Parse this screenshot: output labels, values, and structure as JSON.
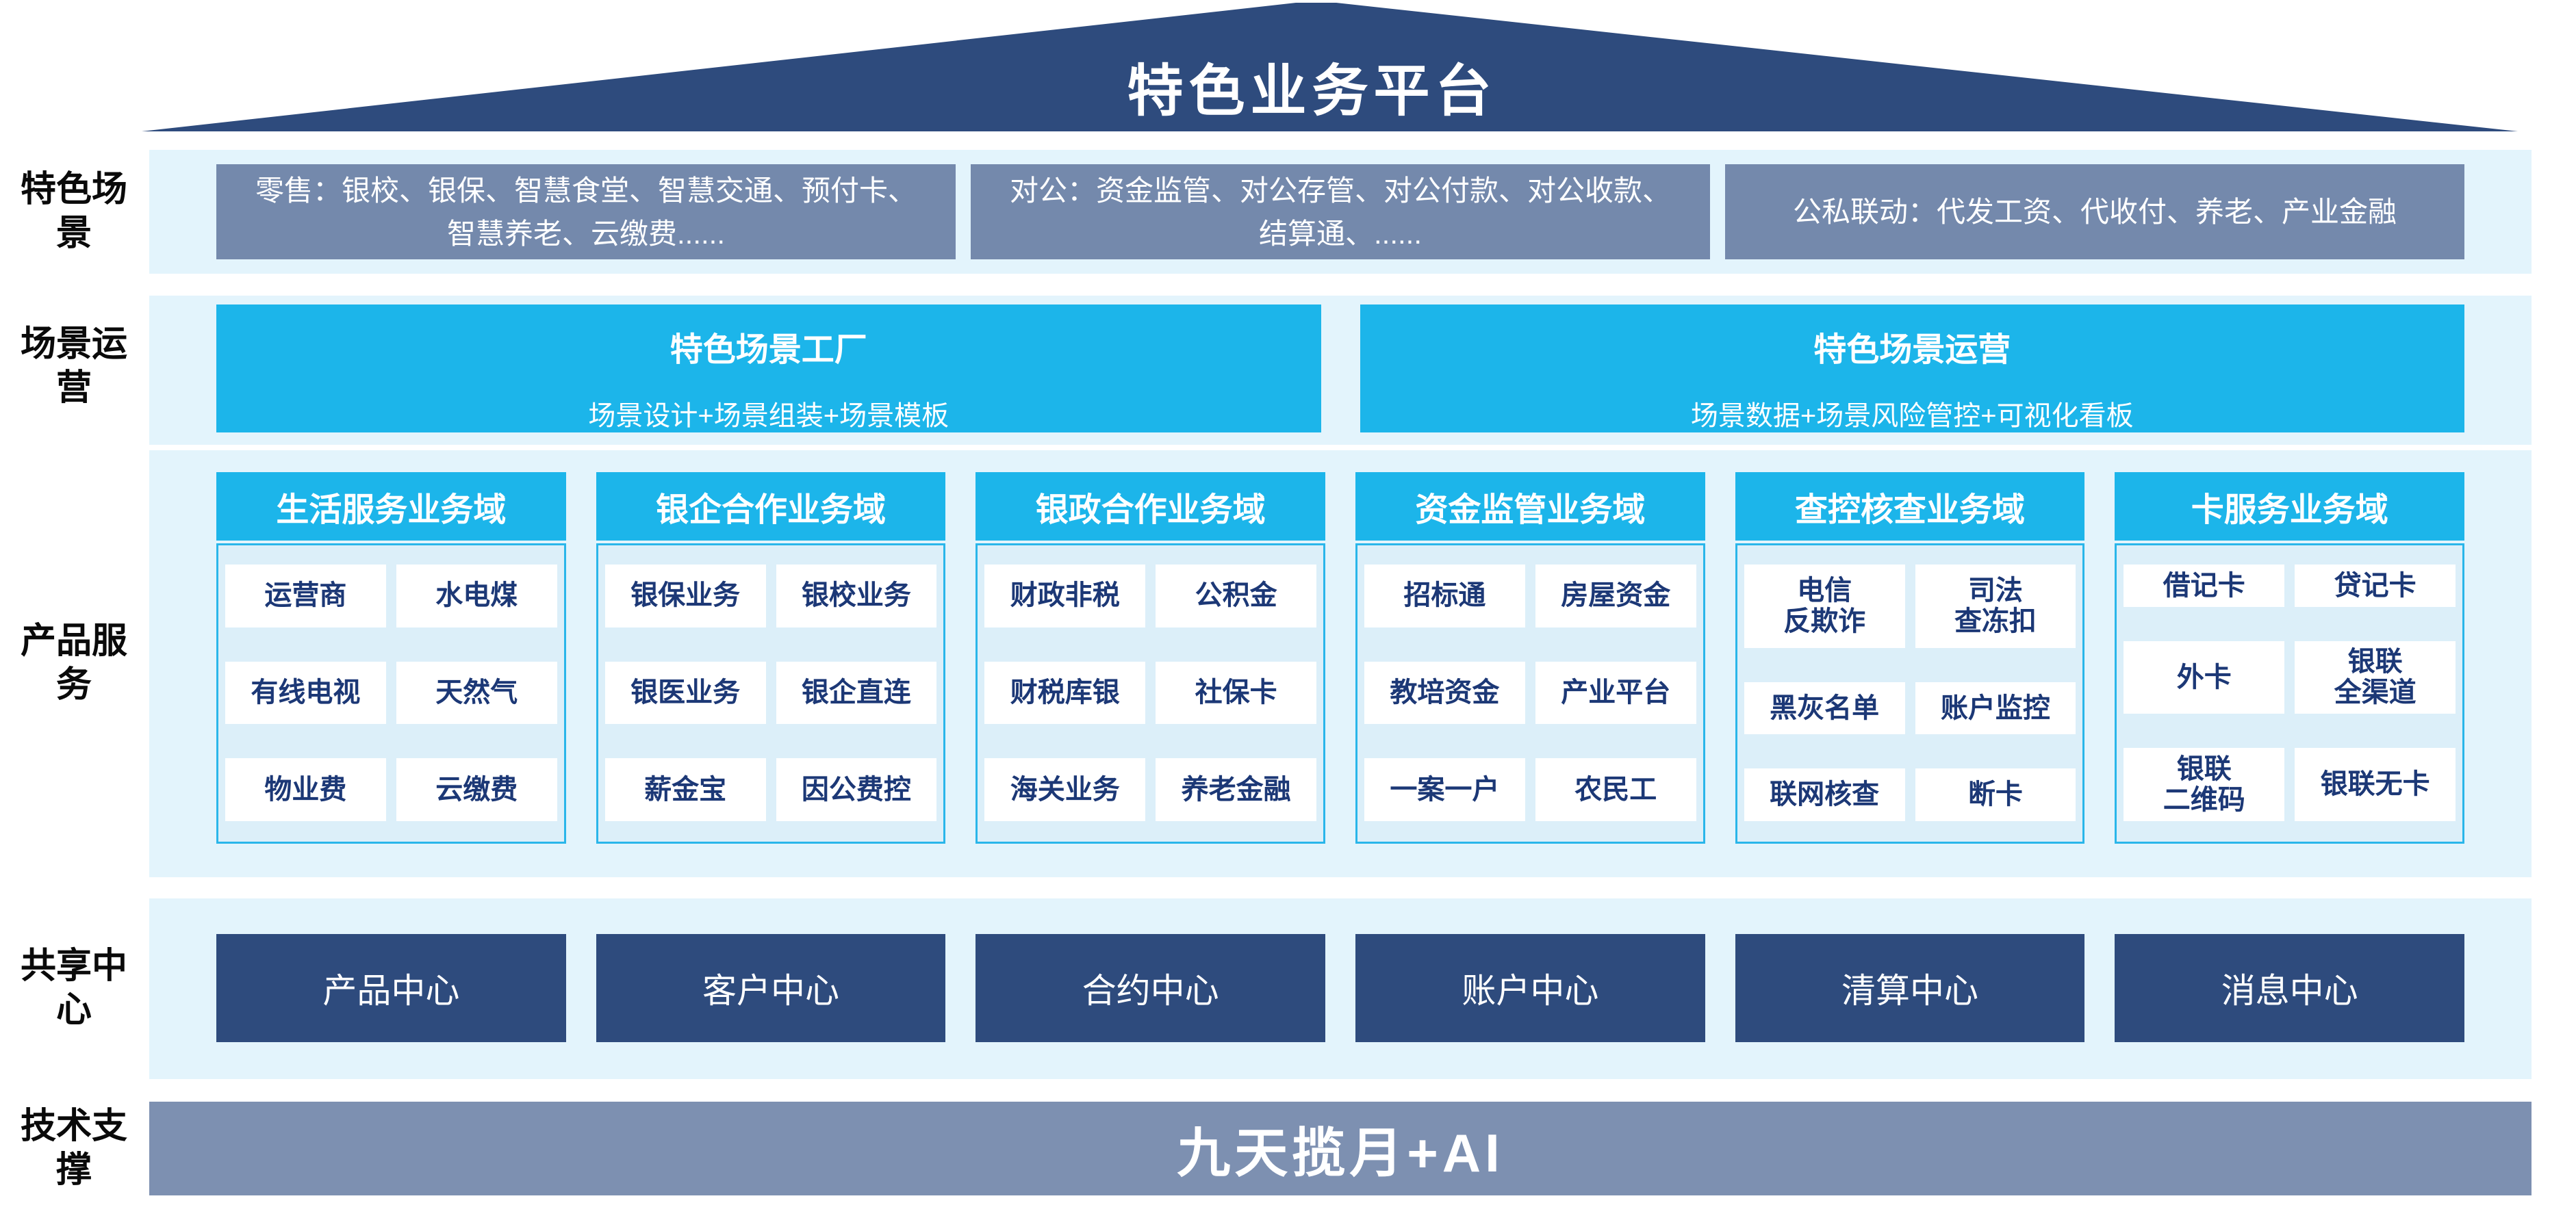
{
  "platform": {
    "title": "特色业务平台"
  },
  "colors": {
    "roof_navy": "#2e4b7d",
    "scene_slate": "#7489ac",
    "cyan_accent": "#1cb5ea",
    "band_bg": "#e3f4fc",
    "column_body_bg": "#dceff9",
    "cell_text_navy": "#1c3876",
    "tech_bar_slate": "#7d90b1"
  },
  "row_labels": [
    "特色场景",
    "场景运营",
    "产品服务",
    "共享中心",
    "技术支撑"
  ],
  "scene_row": {
    "boxes": [
      "零售：银校、银保、智慧食堂、智慧交通、预付卡、智慧养老、云缴费......",
      "对公：资金监管、对公存管、对公付款、对公收款、结算通、......",
      "公私联动：代发工资、代收付、养老、产业金融"
    ]
  },
  "operation_row": {
    "boxes": [
      {
        "title": "特色场景工厂",
        "subtitle": "场景设计+场景组装+场景模板"
      },
      {
        "title": "特色场景运营",
        "subtitle": "场景数据+场景风险管控+可视化看板"
      }
    ]
  },
  "product_row": {
    "columns": [
      {
        "header": "生活服务业务域",
        "items": [
          "运营商",
          "水电煤",
          "有线电视",
          "天然气",
          "物业费",
          "云缴费"
        ]
      },
      {
        "header": "银企合作业务域",
        "items": [
          "银保业务",
          "银校业务",
          "银医业务",
          "银企直连",
          "薪金宝",
          "因公费控"
        ]
      },
      {
        "header": "银政合作业务域",
        "items": [
          "财政非税",
          "公积金",
          "财税库银",
          "社保卡",
          "海关业务",
          "养老金融"
        ]
      },
      {
        "header": "资金监管业务域",
        "items": [
          "招标通",
          "房屋资金",
          "教培资金",
          "产业平台",
          "一案一户",
          "农民工"
        ]
      },
      {
        "header": "查控核查业务域",
        "items": [
          "电信\n反欺诈",
          "司法\n查冻扣",
          "黑灰名单",
          "账户监控",
          "联网核查",
          "断卡"
        ]
      },
      {
        "header": "卡服务业务域",
        "items": [
          "借记卡",
          "贷记卡",
          "外卡",
          "银联\n全渠道",
          "银联\n二维码",
          "银联无卡"
        ]
      }
    ]
  },
  "center_row": {
    "items": [
      "产品中心",
      "客户中心",
      "合约中心",
      "账户中心",
      "清算中心",
      "消息中心"
    ]
  },
  "tech_row": {
    "bar_text": "九天揽月+AI"
  }
}
